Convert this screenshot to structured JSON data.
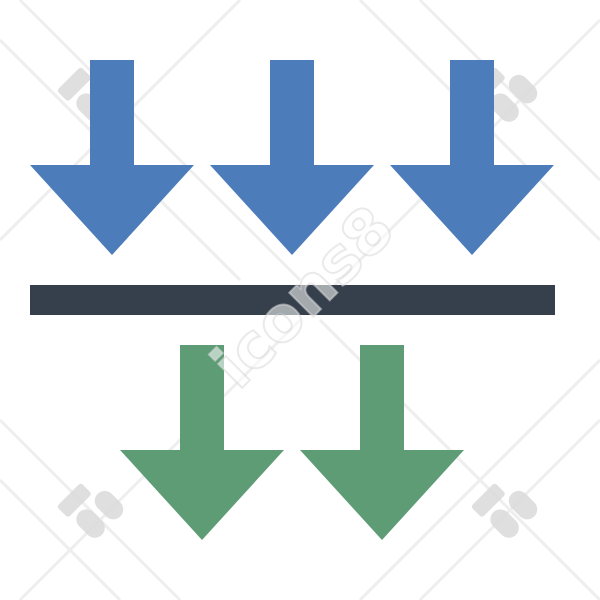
{
  "watermark": {
    "text": "icons8",
    "color": "#d9d9d9",
    "logo": "icons8-logo-icon"
  },
  "icon": {
    "name": "sort-down-icon",
    "top_arrows": {
      "count": 3,
      "color": "#4d7cbb"
    },
    "divider": {
      "color": "#36404d"
    },
    "bottom_arrows": {
      "count": 2,
      "color": "#5e9c76"
    }
  }
}
